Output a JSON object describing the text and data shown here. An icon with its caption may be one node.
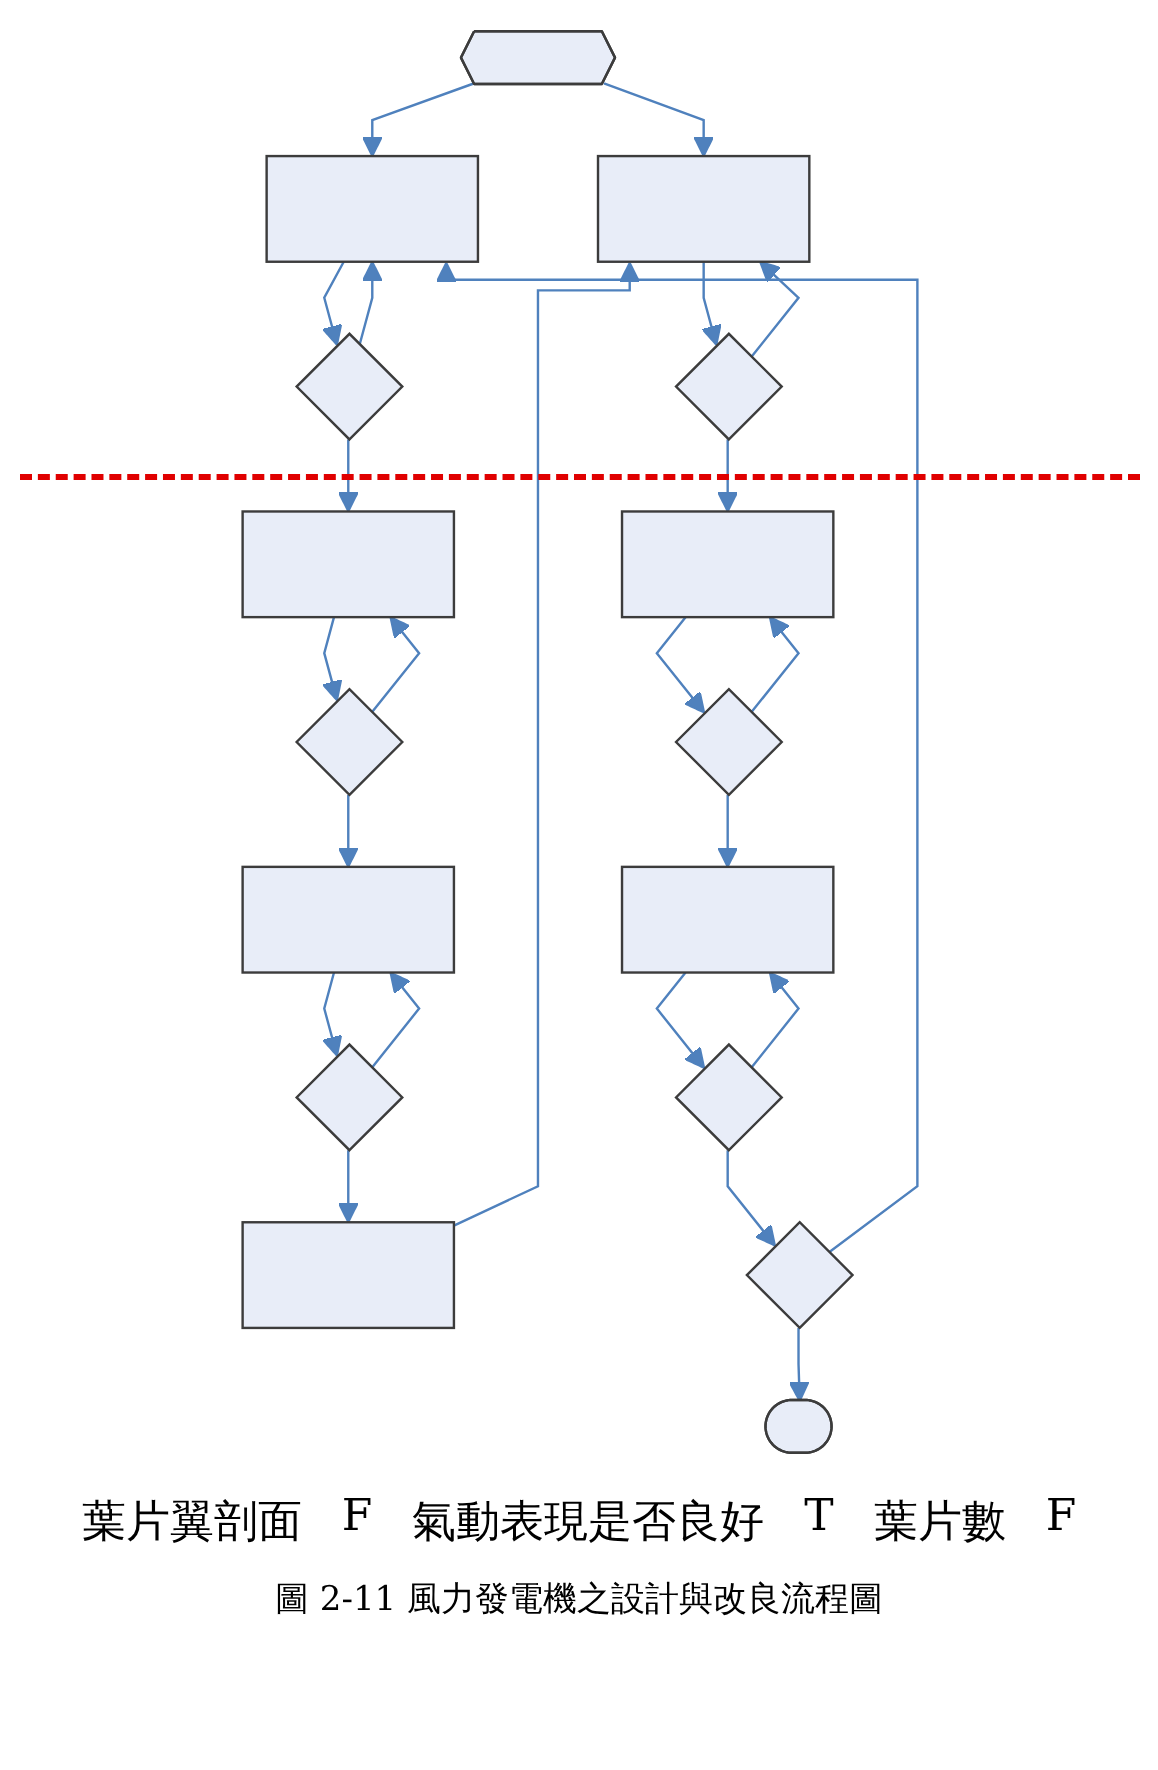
{
  "diagram": {
    "caption": "圖 2-11 風力發電機之設計與改良流程圖",
    "nodes": [
      {
        "text": [],
        "shape": "hexagon"
      },
      {
        "text": [],
        "shape": "box"
      },
      {
        "text": [],
        "shape": "box"
      },
      {
        "text": [],
        "shape": "diamond"
      },
      {
        "text": [],
        "shape": "diamond"
      },
      {
        "text": [],
        "shape": "box"
      },
      {
        "text": [],
        "shape": "box"
      },
      {
        "text": [],
        "shape": "diamond"
      },
      {
        "text": [],
        "shape": "diamond"
      },
      {
        "text": [],
        "shape": "box"
      },
      {
        "text": [],
        "shape": "box"
      },
      {
        "text": [],
        "shape": "diamond"
      },
      {
        "text": [],
        "shape": "diamond"
      },
      {
        "text": [],
        "shape": "box"
      },
      {
        "text": [],
        "shape": "diamond"
      },
      {
        "text": [],
        "shape": "stadium"
      }
    ],
    "edges": [
      {
        "from": 0,
        "to": 1,
        "arrow": "to"
      },
      {
        "from": 0,
        "to": 2,
        "arrow": "to"
      },
      {
        "from": 1,
        "to": 3,
        "arrow": "to"
      },
      {
        "from": 3,
        "to": 1,
        "arrow": "to"
      },
      {
        "from": 2,
        "to": 4,
        "arrow": "to"
      },
      {
        "from": 4,
        "to": 2,
        "arrow": "to"
      },
      {
        "from": 3,
        "to": 5,
        "arrow": "to"
      },
      {
        "from": 4,
        "to": 6,
        "arrow": "to"
      },
      {
        "from": 5,
        "to": 7,
        "arrow": "to"
      },
      {
        "from": 7,
        "to": 5,
        "arrow": "to"
      },
      {
        "from": 6,
        "to": 8,
        "arrow": "to"
      },
      {
        "from": 8,
        "to": 6,
        "arrow": "to"
      },
      {
        "from": 7,
        "to": 9,
        "arrow": "to"
      },
      {
        "from": 8,
        "to": 10,
        "arrow": "to"
      },
      {
        "from": 9,
        "to": 11,
        "arrow": "to"
      },
      {
        "from": 11,
        "to": 9,
        "arrow": "to"
      },
      {
        "from": 10,
        "to": 12,
        "arrow": "to"
      },
      {
        "from": 12,
        "to": 10,
        "arrow": "to"
      },
      {
        "from": 11,
        "to": 13,
        "arrow": "to"
      },
      {
        "from": 12,
        "to": 14,
        "arrow": "to"
      },
      {
        "from": 14,
        "to": 15,
        "arrow": "to"
      },
      {
        "from": 13,
        "to": 2,
        "arrow": "to"
      },
      {
        "from": 14,
        "to": 1,
        "arrow": "to"
      }
    ],
    "labels": [
      "葉片翼剖面",
      "F",
      "氣動表現是否良好",
      "T",
      "葉片數",
      "F"
    ]
  }
}
